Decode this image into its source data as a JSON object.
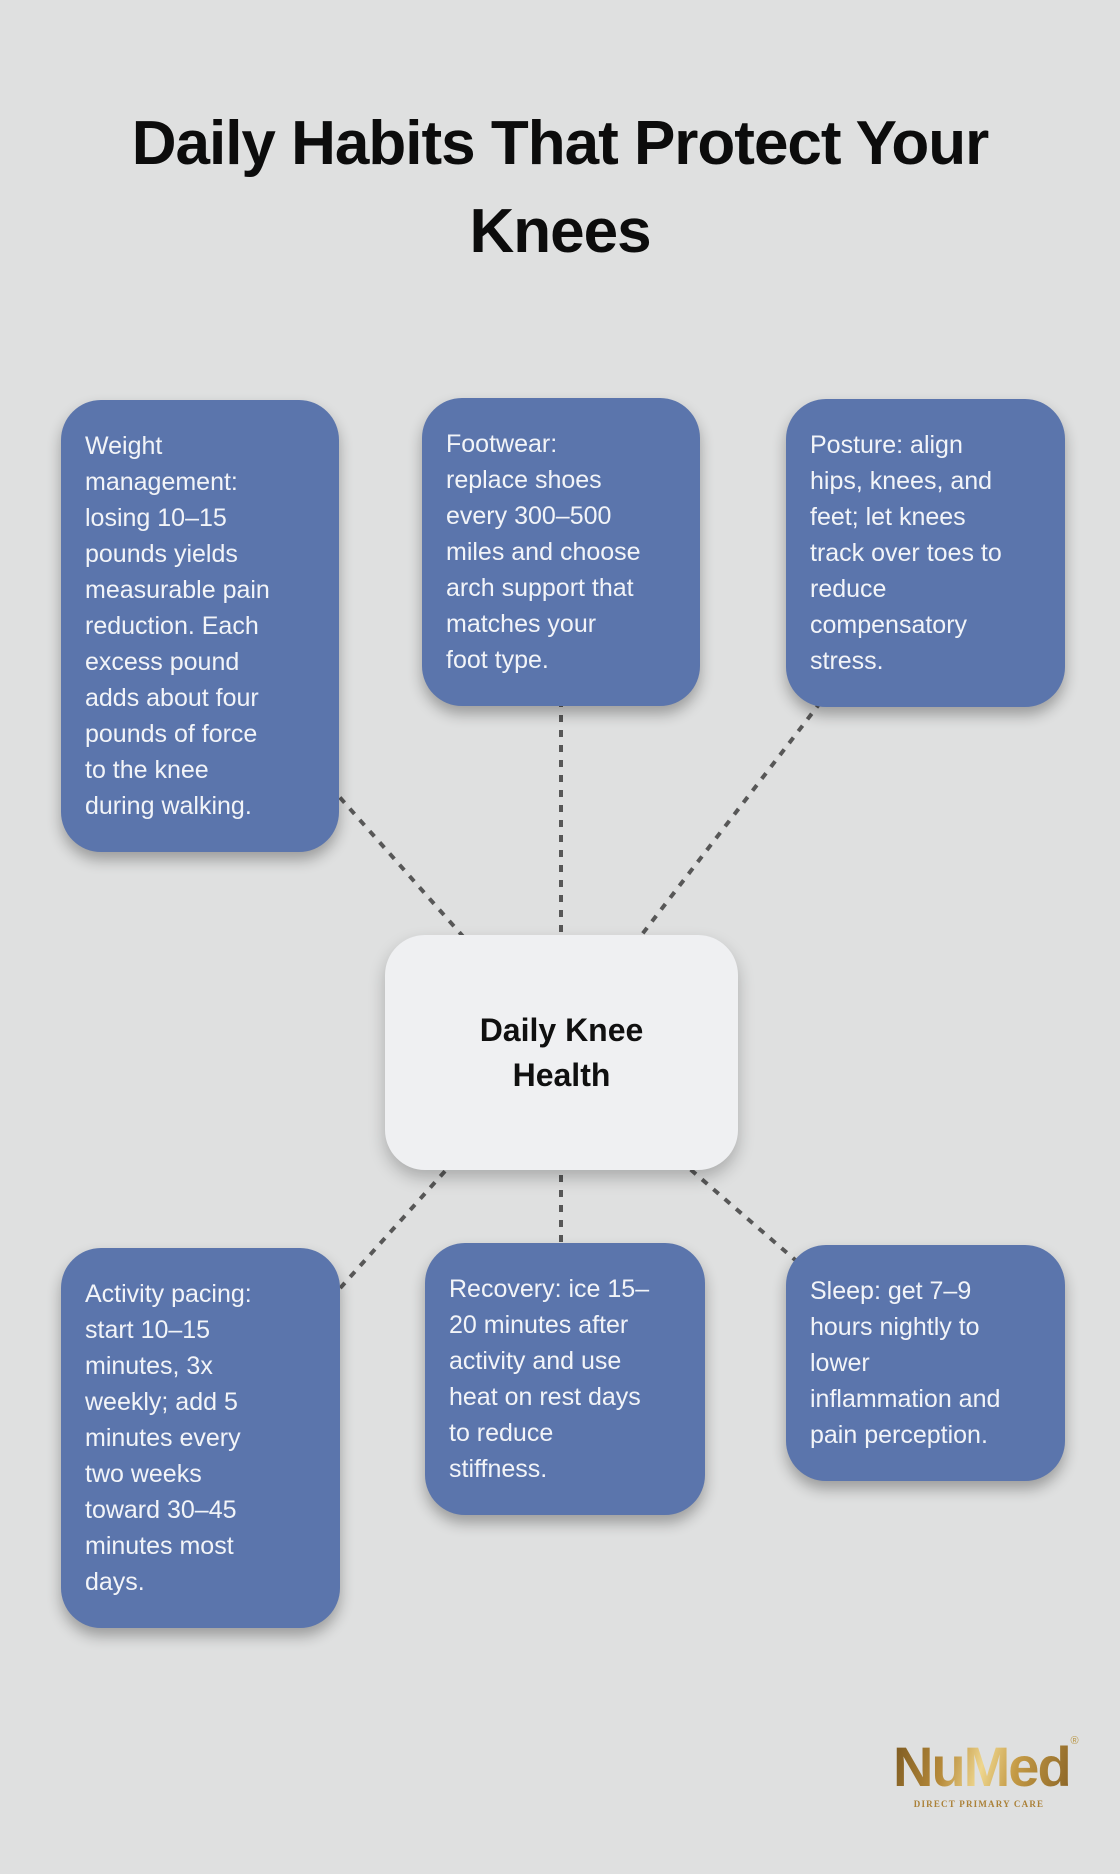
{
  "colors": {
    "background": "#dfe0e0",
    "node_bg": "#5b75ac",
    "node_text": "#f2f4f8",
    "center_bg": "#eff0f2",
    "center_text": "#101010",
    "title_text": "#0c0c0c",
    "connector": "#575757",
    "logo_gold": "#ab8138"
  },
  "title": "Daily Habits That Protect Your\nKnees",
  "center": {
    "label": "Daily Knee\nHealth"
  },
  "nodes": [
    {
      "id": "weight-management",
      "text": "Weight\nmanagement:\nlosing 10–15\npounds yields\nmeasurable pain\nreduction. Each\nexcess pound\nadds about four\npounds of force\nto the knee\nduring walking."
    },
    {
      "id": "footwear",
      "text": "Footwear:\nreplace shoes\nevery 300–500\nmiles and choose\narch support that\nmatches your\nfoot type."
    },
    {
      "id": "posture",
      "text": "Posture: align\nhips, knees, and\nfeet; let knees\ntrack over toes to\nreduce\ncompensatory\nstress."
    },
    {
      "id": "activity-pacing",
      "text": "Activity pacing:\nstart 10–15\nminutes, 3x\nweekly; add 5\nminutes every\ntwo weeks\ntoward 30–45\nminutes most\ndays."
    },
    {
      "id": "recovery",
      "text": "Recovery: ice 15–\n20 minutes after\nactivity and use\nheat on rest days\nto reduce\nstiffness."
    },
    {
      "id": "sleep",
      "text": "Sleep: get 7–9\nhours nightly to\nlower\ninflammation and\npain perception."
    }
  ],
  "logo": {
    "brand": "NuMed",
    "registered_mark": "®",
    "tagline": "DIRECT PRIMARY CARE"
  }
}
